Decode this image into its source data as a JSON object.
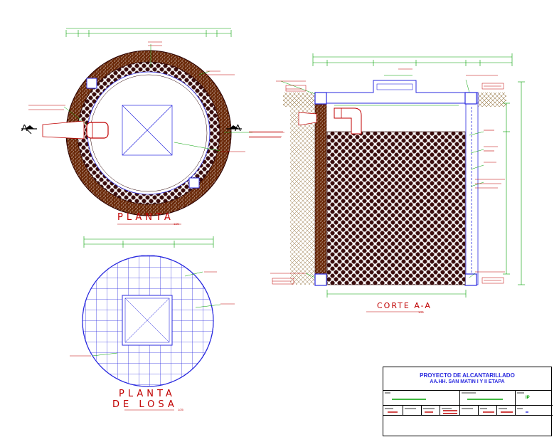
{
  "plan": {
    "title": "PLANTA",
    "scale": "1/20"
  },
  "slab": {
    "title_line1": "PLANTA",
    "title_line2": "DE LOSA",
    "scale": "1/25"
  },
  "section": {
    "title": "CORTE A-A",
    "scale": "1/25",
    "section_marker": "A"
  },
  "title_block": {
    "project": "PROYECTO DE ALCANTARILLADO",
    "location": "AA.HH. SAN MATIN I Y II ETAPA",
    "sheet_code": "IP"
  },
  "colors": {
    "dimension": "#00a000",
    "text": "#c00000",
    "structure": "#2a2adf",
    "soil": "#a07020",
    "fill": "#2a0000"
  }
}
